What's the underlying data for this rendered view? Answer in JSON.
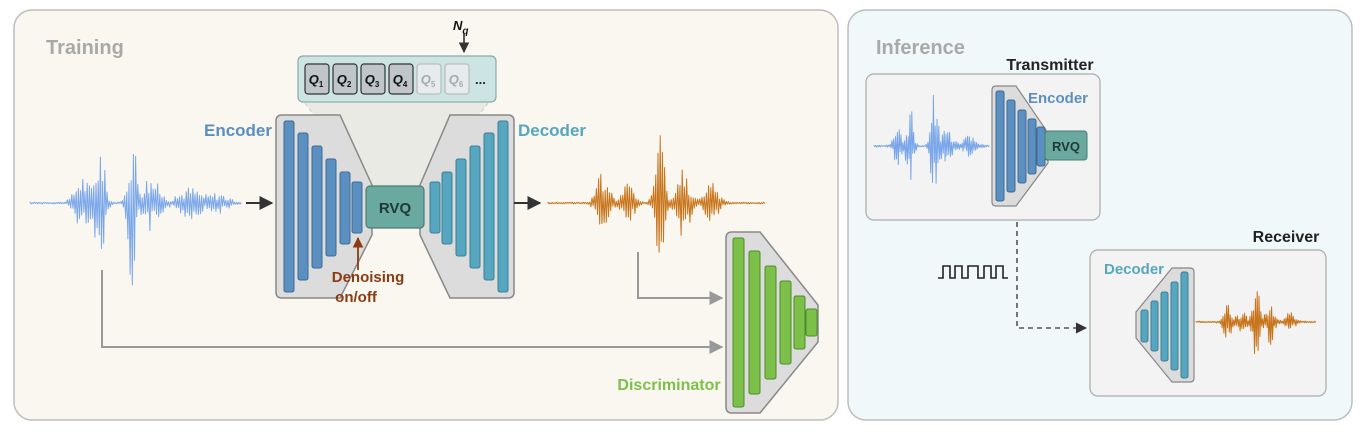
{
  "training": {
    "title": "Training",
    "encoder_label": "Encoder",
    "decoder_label": "Decoder",
    "rvq_label": "RVQ",
    "denoise_line1": "Denoising",
    "denoise_line2": "on/off",
    "discriminator_label": "Discriminator",
    "nq_label": "N",
    "nq_sub": "q",
    "codebooks": [
      {
        "name": "Q",
        "sub": "1",
        "active": true
      },
      {
        "name": "Q",
        "sub": "2",
        "active": true
      },
      {
        "name": "Q",
        "sub": "3",
        "active": true
      },
      {
        "name": "Q",
        "sub": "4",
        "active": true
      },
      {
        "name": "Q",
        "sub": "5",
        "active": false
      },
      {
        "name": "Q",
        "sub": "6",
        "active": false
      }
    ],
    "codebook_more": "..."
  },
  "inference": {
    "title": "Inference",
    "transmitter_label": "Transmitter",
    "encoder_label": "Encoder",
    "rvq_label": "RVQ",
    "receiver_label": "Receiver",
    "decoder_label": "Decoder"
  },
  "colors": {
    "encoder": "#5b8fbf",
    "decoder": "#56a6c0",
    "discriminator": "#7cc04a",
    "rvq": "#6aa9a0",
    "clean_wave": "#7aa7ea",
    "denoised_wave": "#c8741a",
    "denoise_text": "#8b3a12"
  }
}
